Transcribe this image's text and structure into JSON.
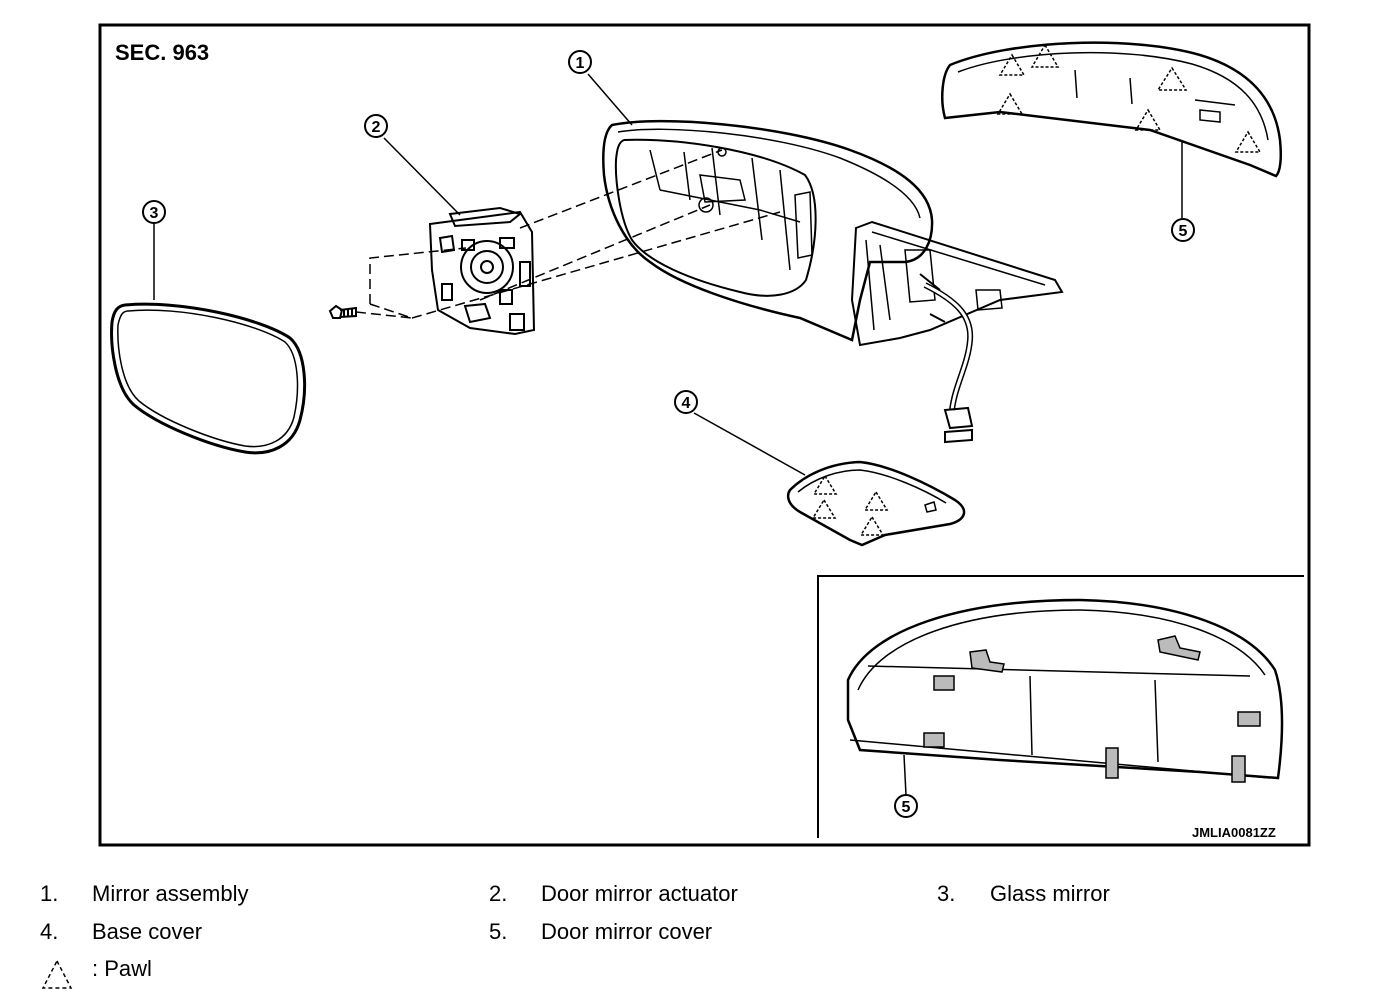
{
  "diagram": {
    "section_label": "SEC. 963",
    "figure_code": "JMLIA0081ZZ",
    "callouts": [
      "1",
      "2",
      "3",
      "4",
      "5",
      "5"
    ]
  },
  "legend": {
    "items": [
      {
        "num": "1.",
        "label": "Mirror assembly"
      },
      {
        "num": "2.",
        "label": "Door mirror actuator"
      },
      {
        "num": "3.",
        "label": "Glass mirror"
      },
      {
        "num": "4.",
        "label": "Base cover"
      },
      {
        "num": "5.",
        "label": "Door mirror cover"
      }
    ],
    "pawl": {
      "icon": "dashed-triangle-icon",
      "label": ": Pawl"
    }
  }
}
